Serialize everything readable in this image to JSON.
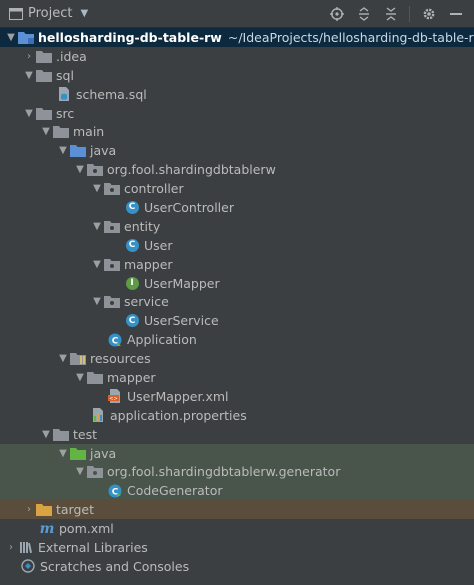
{
  "toolbar": {
    "title": "Project"
  },
  "tree": {
    "root": {
      "label": "hellosharding-db-table-rw",
      "path": "~/IdeaProjects/hellosharding-db-table-rw"
    },
    "idea": "idea",
    "idea_prefix": ".",
    "sql": "sql",
    "schema": "schema.sql",
    "src": "src",
    "main": "main",
    "java": "java",
    "package": "org.fool.shardingdbtablerw",
    "controller": "controller",
    "user_controller": "UserController",
    "entity": "entity",
    "user": "User",
    "mapper": "mapper",
    "user_mapper": "UserMapper",
    "service": "service",
    "user_service": "UserService",
    "application": "Application",
    "resources": "resources",
    "res_mapper": "mapper",
    "user_mapper_xml": "UserMapper.xml",
    "app_props": "application.properties",
    "test": "test",
    "test_java": "java",
    "test_package": "org.fool.shardingdbtablerw.generator",
    "code_generator": "CodeGenerator",
    "target": "target",
    "pom": "pom.xml",
    "external_libraries": "External Libraries",
    "scratches": "Scratches and Consoles"
  },
  "icons": {
    "folder_color": "#8d9398",
    "source_folder_color": "#5b8fd6",
    "resources_folder_color": "#a9a37f",
    "test_folder_color": "#62b543",
    "target_folder_color": "#d9a343",
    "class_color": "#3591c7",
    "interface_color": "#5d9b47"
  }
}
